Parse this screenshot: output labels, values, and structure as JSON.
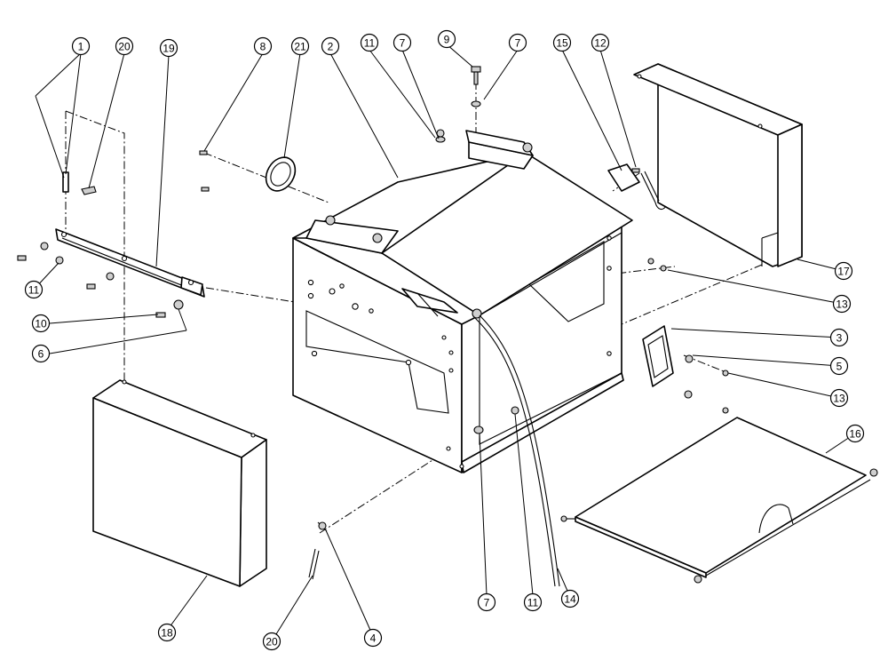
{
  "callouts": [
    {
      "id": "c1",
      "label": "1"
    },
    {
      "id": "c20a",
      "label": "20"
    },
    {
      "id": "c19",
      "label": "19"
    },
    {
      "id": "c8",
      "label": "8"
    },
    {
      "id": "c21",
      "label": "21"
    },
    {
      "id": "c2",
      "label": "2"
    },
    {
      "id": "c11a",
      "label": "11"
    },
    {
      "id": "c7a",
      "label": "7"
    },
    {
      "id": "c9",
      "label": "9"
    },
    {
      "id": "c7b",
      "label": "7"
    },
    {
      "id": "c15",
      "label": "15"
    },
    {
      "id": "c12",
      "label": "12"
    },
    {
      "id": "c17",
      "label": "17"
    },
    {
      "id": "c13a",
      "label": "13"
    },
    {
      "id": "c3",
      "label": "3"
    },
    {
      "id": "c5",
      "label": "5"
    },
    {
      "id": "c13b",
      "label": "13"
    },
    {
      "id": "c16",
      "label": "16"
    },
    {
      "id": "c11b",
      "label": "11"
    },
    {
      "id": "c10",
      "label": "10"
    },
    {
      "id": "c6",
      "label": "6"
    },
    {
      "id": "c18",
      "label": "18"
    },
    {
      "id": "c20b",
      "label": "20"
    },
    {
      "id": "c4",
      "label": "4"
    },
    {
      "id": "c7c",
      "label": "7"
    },
    {
      "id": "c11c",
      "label": "11"
    },
    {
      "id": "c14",
      "label": "14"
    }
  ]
}
